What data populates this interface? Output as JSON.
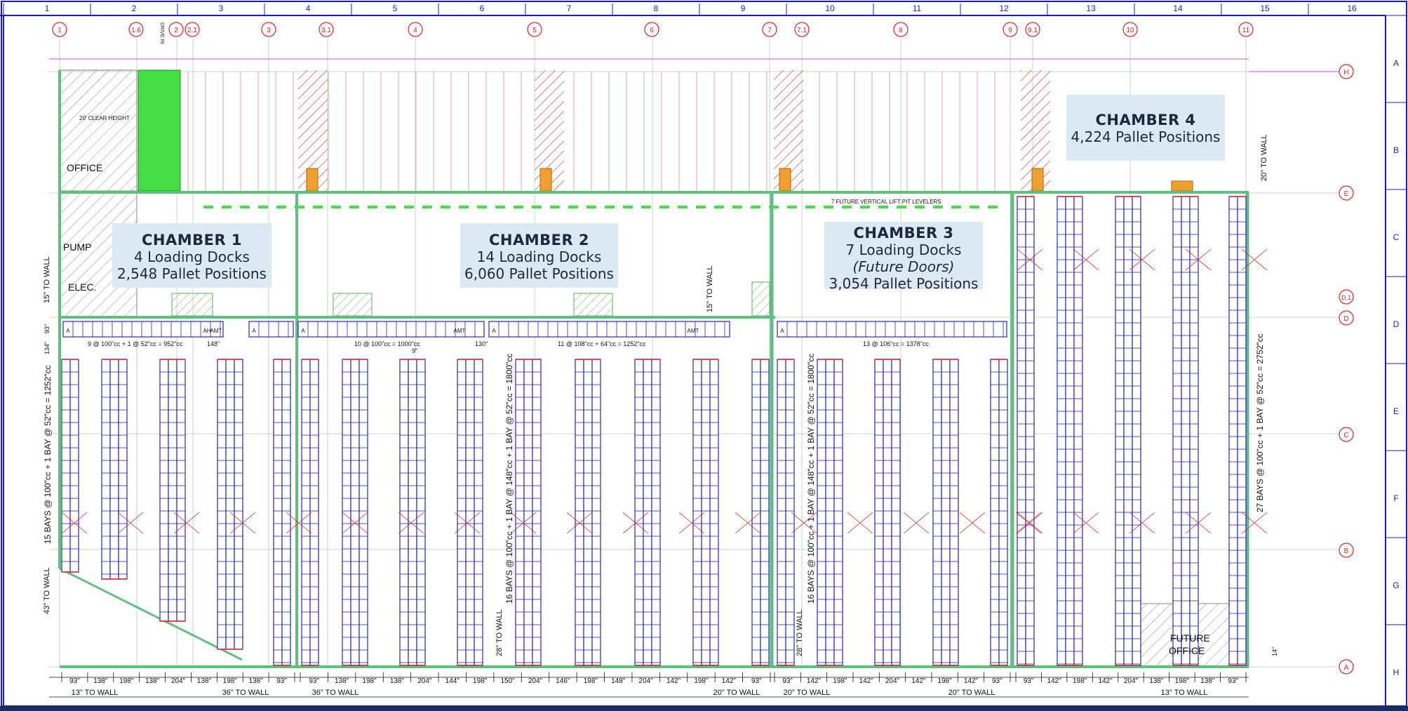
{
  "colors": {
    "border": "#1a1acc",
    "rack": "#2424c8",
    "grid_line": "#5fbf7f",
    "grid_bubble": "#dd2222",
    "pink": "#e040e0",
    "hatch": "#cc2222",
    "dock_fill": "#f0a030",
    "office_green": "#44dd44",
    "label_bg": "#dce9f5"
  },
  "top_ruler": [
    "1",
    "2",
    "3",
    "4",
    "5",
    "6",
    "7",
    "8",
    "9",
    "10",
    "11",
    "12",
    "13",
    "14",
    "15",
    "16"
  ],
  "right_ruler": [
    "A",
    "B",
    "C",
    "D",
    "E",
    "F",
    "G",
    "H"
  ],
  "column_bubbles": [
    "1",
    "1.6",
    "2",
    "2.1",
    "3",
    "3.1",
    "4",
    "5",
    "6",
    "7",
    "7.1",
    "8",
    "9",
    "9.1",
    "10",
    "11"
  ],
  "row_bubbles": [
    "H",
    "E",
    "D",
    "C",
    "B",
    "A"
  ],
  "row_bubble_extra": "D.1",
  "chambers": [
    {
      "title": "CHAMBER 1",
      "lines": [
        "4 Loading Docks",
        "2,548 Pallet Positions"
      ]
    },
    {
      "title": "CHAMBER 2",
      "lines": [
        "14 Loading Docks",
        "6,060 Pallet Positions"
      ]
    },
    {
      "title": "CHAMBER 3",
      "lines": [
        "7 Loading Docks",
        "(Future Doors)",
        "3,054 Pallet Positions"
      ]
    },
    {
      "title": "CHAMBER 4",
      "lines": [
        "4,224 Pallet Positions"
      ]
    }
  ],
  "rooms": {
    "office": "OFFICE",
    "pump": "PUMP",
    "elec": "ELEC.",
    "future_office_1": "FUTURE",
    "future_office_2": "OFFICE",
    "clear_height": "20' CLEAR HEIGHT",
    "drive_in": "DRIVE IN",
    "levelers": "7 FUTURE VERTICAL LIFT PIT LEVELERS"
  },
  "dimensions": {
    "to_wall_15": "15\" TO WALL",
    "to_wall_20": "20\" TO WALL",
    "to_wall_43": "43\" TO WALL",
    "to_wall_15b": "15\" TO WALL",
    "to_wall_28a": "28\" TO WALL",
    "to_wall_28b": "28\" TO WALL",
    "c1_run": "15 BAYS @ 100\"cc + 1 BAY @ 52\"cc = 1252\"cc",
    "c2_run": "16 BAYS @ 100\"cc + 1 BAY @ 148\"cc + 1 BAY @ 52\"cc = 1800\"cc",
    "c3_run": "16 BAYS @ 100\"cc + 1 BAY @ 148\"cc + 1 BAY @ 52\"cc = 1800\"cc",
    "c4_run": "27 BAYS @ 100\"cc + 1 BAY @ 52\"cc = 2752\"cc",
    "row1": "9 @ 100\"cc + 1 @ 52\"cc = 952\"cc",
    "row2": "10 @ 100\"cc = 1000\"cc",
    "row3": "11 @ 108\"cc + 64\"cc = 1252\"cc",
    "row4": "13 @ 106\"cc = 1378\"cc",
    "row1_tail": "148\"",
    "row3_head": "130\"",
    "dim_93": "93\"",
    "dim_134": "134\"",
    "dim_14": "14\"",
    "dim_9": "9\""
  },
  "bottom_dims": {
    "c1": [
      "93\"",
      "138\"",
      "198\"",
      "138\"",
      "204\"",
      "138\"",
      "198\"",
      "138\"",
      "93\""
    ],
    "c2": [
      "93\"",
      "138\"",
      "198\"",
      "138\"",
      "204\"",
      "144\"",
      "198\"",
      "150\"",
      "204\"",
      "146\"",
      "198\"",
      "148\"",
      "204\"",
      "142\"",
      "198\"",
      "142\"",
      "93\""
    ],
    "c3": [
      "93\"",
      "142\"",
      "198\"",
      "142\"",
      "204\"",
      "142\"",
      "198\"",
      "142\"",
      "93\""
    ],
    "c4": [
      "93\"",
      "142\"",
      "198\"",
      "142\"",
      "204\"",
      "138\"",
      "198\"",
      "138\"",
      "93\""
    ],
    "walls": [
      "13\" TO WALL",
      "36\" TO WALL",
      "36\" TO WALL",
      "20\" TO WALL",
      "20\" TO WALL",
      "20\" TO WALL",
      "13\" TO WALL"
    ]
  },
  "rack_labels": {
    "a": "A",
    "ah": "AH",
    "amt": "AMT"
  }
}
